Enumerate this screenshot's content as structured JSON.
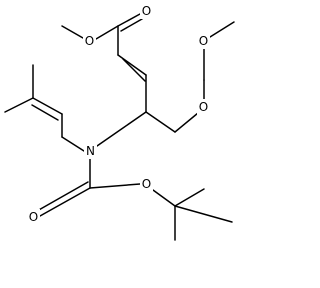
{
  "molecule": {
    "atoms": [
      {
        "label": "O"
      },
      {
        "label": "O"
      },
      {
        "label": "O"
      },
      {
        "label": "O"
      },
      {
        "label": "N"
      },
      {
        "label": "O"
      },
      {
        "label": "O"
      }
    ],
    "colors": {
      "bond": "#000000",
      "text": "#000000",
      "background": "#ffffff"
    }
  }
}
